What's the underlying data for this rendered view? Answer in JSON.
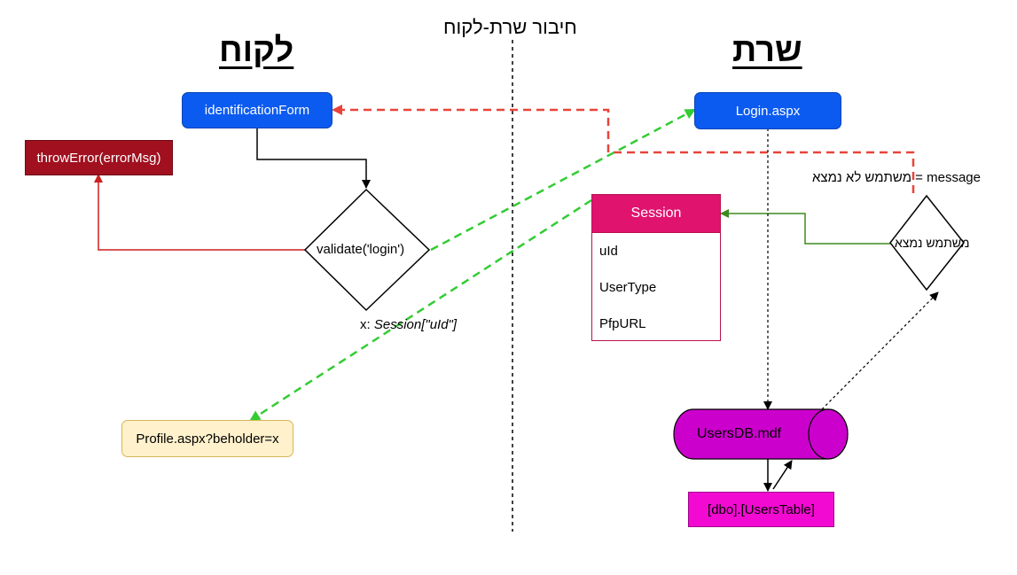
{
  "headings": {
    "client": "לקוח",
    "server": "שרת",
    "connection": "חיבור שרת-לקוח"
  },
  "nodes": {
    "identification_form": "identificationForm",
    "throw_error": "throwError(errorMsg)",
    "validate": "validate('login')",
    "session_note_prefix": "x: ",
    "session_note_value": "Session[\"uId\"]",
    "profile": "Profile.aspx?beholder=x",
    "login": "Login.aspx",
    "session_title": "Session",
    "session_fields": [
      "uId",
      "UserType",
      "PfpURL"
    ],
    "user_found": "משתמש נמצא",
    "not_found_message": "message = משתמש לא נמצא",
    "users_db": "UsersDB.mdf",
    "users_table": "[dbo].[UsersTable]"
  },
  "colors": {
    "blue_node": "#0c5bf0",
    "error_node": "#a0101f",
    "profile_fill": "#fff1cc",
    "session_header": "#e0136f",
    "db_fill": "#cc00cc",
    "table_fill": "#f20ad2",
    "red_dashed": "#e8443a",
    "green_dashed": "#33cc33",
    "green_solid": "#3d8a1e",
    "error_arrow": "#cc1f1f"
  }
}
